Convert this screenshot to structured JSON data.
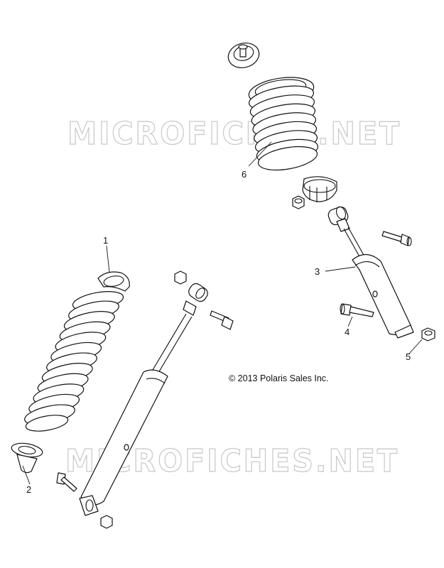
{
  "watermark": {
    "text": "MICROFICHES.NET"
  },
  "copyright": "© 2013 Polaris Sales Inc.",
  "callouts": [
    {
      "id": "1",
      "label": "1"
    },
    {
      "id": "2",
      "label": "2"
    },
    {
      "id": "3",
      "label": "3"
    },
    {
      "id": "4",
      "label": "4"
    },
    {
      "id": "5",
      "label": "5"
    },
    {
      "id": "6",
      "label": "6"
    }
  ]
}
